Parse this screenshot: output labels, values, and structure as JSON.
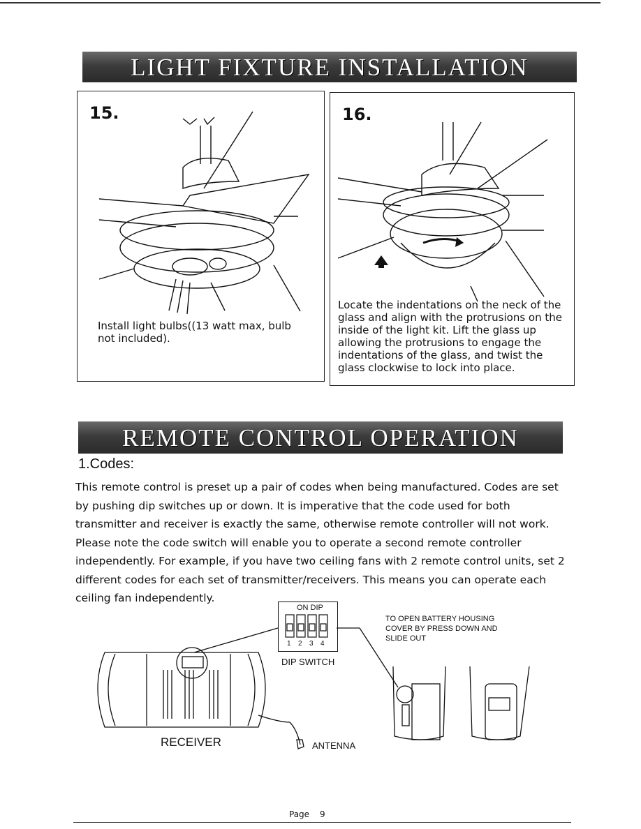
{
  "sections": {
    "light_fixture_title": "LIGHT FIXTURE INSTALLATION",
    "remote_title": "REMOTE CONTROL OPERATION"
  },
  "steps": [
    {
      "number": "15.",
      "caption": "Install light bulbs((13 watt max, bulb not included)."
    },
    {
      "number": "16.",
      "caption": "Locate the indentations on the neck of the glass and align with the protrusions on the inside of the light kit. Lift the glass up allowing the protrusions to engage the indentations of the glass, and twist the glass clockwise to lock into place."
    }
  ],
  "codes": {
    "heading": "1.Codes:",
    "paragraph": "This remote control is preset up a pair of codes when being manufactured. Codes are set by pushing dip switches up or down. It is imperative that the code used for both transmitter and receiver is exactly the same, otherwise remote controller will not work. Please note the code switch will enable you to operate a second remote controller independently. For example, if you have two ceiling fans with 2 remote control units, set 2 different codes for each set of transmitter/receivers. This means you can operate each ceiling fan independently."
  },
  "diagram": {
    "on_dip": "ON DIP",
    "dip_numbers": [
      "1",
      "2",
      "3",
      "4"
    ],
    "dip_switch_label": "DIP SWITCH",
    "battery_note": "TO OPEN BATTERY HOUSING COVER BY PRESS DOWN AND SLIDE OUT",
    "receiver_label": "RECEIVER",
    "antenna_label": "ANTENNA"
  },
  "footer": {
    "page_label": "Page",
    "page_number": "9"
  }
}
